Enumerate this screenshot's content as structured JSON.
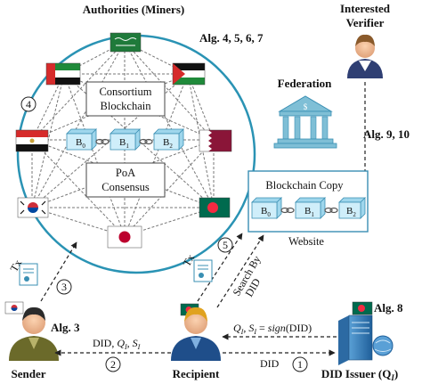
{
  "authorities": {
    "title": "Authorities (Miners)",
    "consortium": [
      "Consortium",
      "Blockchain"
    ],
    "poa": [
      "PoA",
      "Consensus"
    ],
    "blocks": [
      {
        "label": "B",
        "sub": "0"
      },
      {
        "label": "B",
        "sub": "1"
      },
      {
        "label": "B",
        "sub": "2"
      }
    ],
    "algs": "Alg. 4, 5, 6, 7"
  },
  "steps": {
    "s1": "1",
    "s2": "2",
    "s3": "3",
    "s4": "4",
    "s5": "5"
  },
  "verifier": {
    "line1": "Interested",
    "line2": "Verifier",
    "algs": "Alg. 9, 10"
  },
  "federation": {
    "title": "Federation",
    "copy": "Blockchain Copy",
    "website": "Website",
    "blocks": [
      {
        "label": "B",
        "sub": "0"
      },
      {
        "label": "B",
        "sub": "1"
      },
      {
        "label": "B",
        "sub": "2"
      }
    ]
  },
  "tx_label": "Tx",
  "search": {
    "line1": "Search By",
    "line2": "DID"
  },
  "sender": {
    "label": "Sender",
    "alg": "Alg. 3"
  },
  "recipient": {
    "label": "Recipient"
  },
  "issuer": {
    "label": "DID Issuer (Q",
    "sub": "I",
    "close": ")",
    "alg": "Alg. 8"
  },
  "messages": {
    "recipient_to_sender": {
      "a": "DID, ",
      "q": "Q",
      "qs": "I",
      "c": ", ",
      "s": "S",
      "ss": "I"
    },
    "issuer_to_recipient": {
      "q": "Q",
      "qs": "I",
      "c": ", ",
      "s": "S",
      "ss": "I",
      "eq": " = ",
      "sign": "sign",
      "arg": "(DID)"
    },
    "recipient_to_issuer": "DID"
  },
  "colors": {
    "ring": "#2a93b4",
    "block_fill": "#cfeefa",
    "block_stroke": "#3a8fb3",
    "building": "#7fbfd6",
    "federation_box": "#3a8fb3"
  },
  "icons": [
    "person-icon",
    "server-icon",
    "bank-building-icon",
    "flag-icon",
    "transaction-document-icon",
    "chain-link-icon"
  ]
}
